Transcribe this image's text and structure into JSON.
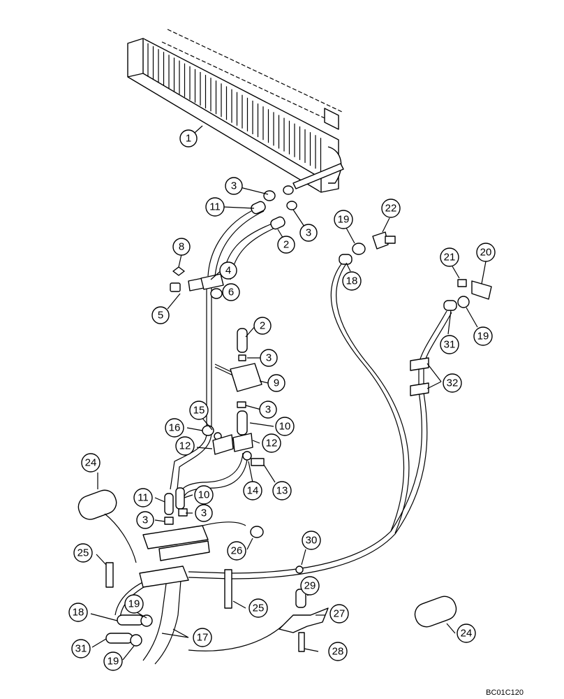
{
  "drawing": {
    "ref_code": "BC01C120",
    "callouts": [
      {
        "n": "1"
      },
      {
        "n": "3"
      },
      {
        "n": "11"
      },
      {
        "n": "2"
      },
      {
        "n": "3"
      },
      {
        "n": "8"
      },
      {
        "n": "4"
      },
      {
        "n": "5"
      },
      {
        "n": "6"
      },
      {
        "n": "2"
      },
      {
        "n": "3"
      },
      {
        "n": "9"
      },
      {
        "n": "3"
      },
      {
        "n": "15"
      },
      {
        "n": "10"
      },
      {
        "n": "16"
      },
      {
        "n": "12"
      },
      {
        "n": "12"
      },
      {
        "n": "14"
      },
      {
        "n": "13"
      },
      {
        "n": "24"
      },
      {
        "n": "11"
      },
      {
        "n": "10"
      },
      {
        "n": "3"
      },
      {
        "n": "3"
      },
      {
        "n": "26"
      },
      {
        "n": "25"
      },
      {
        "n": "30"
      },
      {
        "n": "25"
      },
      {
        "n": "29"
      },
      {
        "n": "27"
      },
      {
        "n": "18"
      },
      {
        "n": "19"
      },
      {
        "n": "17"
      },
      {
        "n": "31"
      },
      {
        "n": "19"
      },
      {
        "n": "28"
      },
      {
        "n": "24"
      },
      {
        "n": "19"
      },
      {
        "n": "22"
      },
      {
        "n": "18"
      },
      {
        "n": "21"
      },
      {
        "n": "20"
      },
      {
        "n": "31"
      },
      {
        "n": "19"
      },
      {
        "n": "32"
      }
    ]
  }
}
